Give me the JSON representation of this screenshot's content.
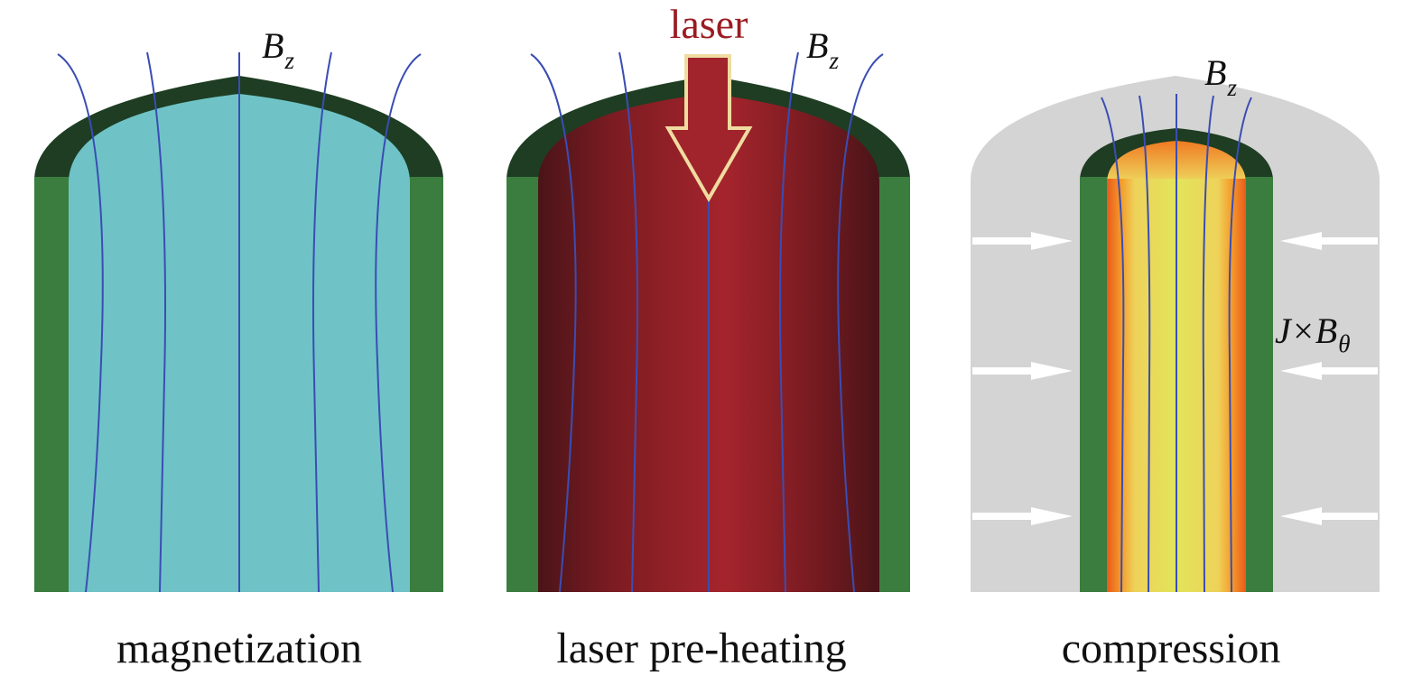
{
  "panels": [
    {
      "id": "magnetization",
      "caption": "magnetization",
      "field_label": "B",
      "field_sub": "z"
    },
    {
      "id": "laser-preheating",
      "caption": "laser pre-heating",
      "field_label": "B",
      "field_sub": "z",
      "beam_label": "laser"
    },
    {
      "id": "compression",
      "caption": "compression",
      "field_label": "B",
      "field_sub": "z",
      "force_label": "J×B",
      "force_sub": "θ",
      "arrow_count_per_side": 3
    }
  ],
  "colors": {
    "liner_wall": "#3a7d3e",
    "liner_cap": "#1e3d22",
    "fuel_cold": "#6fc3c7",
    "fuel_heated": "#a1232b",
    "fuel_hot_core": "#e2e45a",
    "fuel_hot_edge": "#ee6a1e",
    "field_lines": "#3a4db4",
    "compression_region": "#d4d4d4",
    "laser_arrow": "#a1232b",
    "laser_outline": "#f0dca0"
  }
}
